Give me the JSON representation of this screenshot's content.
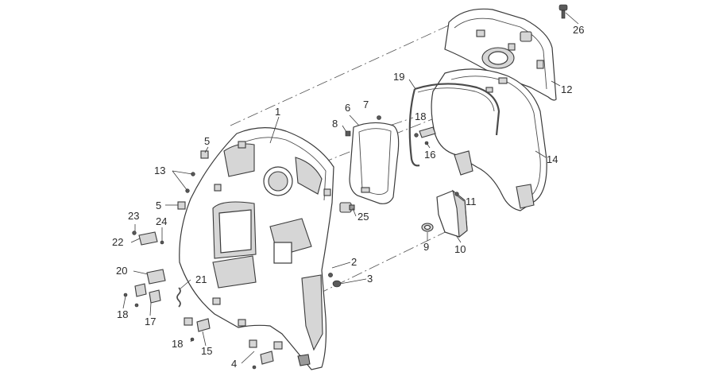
{
  "diagram": {
    "callouts": [
      "1",
      "2",
      "3",
      "4",
      "5",
      "5",
      "6",
      "7",
      "8",
      "9",
      "10",
      "11",
      "12",
      "13",
      "14",
      "15",
      "16",
      "17",
      "18",
      "18",
      "18",
      "19",
      "20",
      "21",
      "22",
      "23",
      "24",
      "25",
      "26"
    ]
  }
}
